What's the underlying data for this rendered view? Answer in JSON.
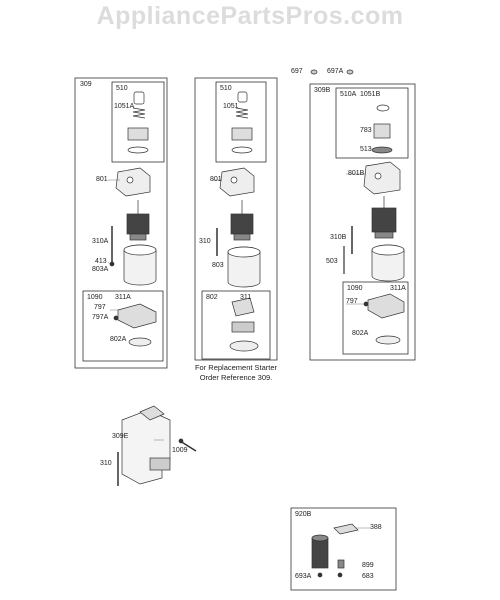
{
  "watermark": "AppliancePartsPros.com",
  "note_line1": "For Replacement Starter",
  "note_line2": "Order Reference 309.",
  "labels": {
    "p697": "697",
    "p697a": "697A",
    "box309": "309",
    "box510_left": "510",
    "p1051a": "1051A",
    "p801_left": "801",
    "p310a": "310A",
    "p413": "413",
    "p803a": "803A",
    "box1090_left": "1090",
    "p311a_left": "311A",
    "p797_left": "797",
    "p797a": "797A",
    "p802a_left": "802A",
    "box510_mid": "510",
    "p1051": "1051",
    "p801_mid": "801",
    "p310": "310",
    "p803": "803",
    "box802": "802",
    "p311": "311",
    "box309b": "309B",
    "box510a": "510A",
    "p1051b": "1051B",
    "p783": "783",
    "p513": "513",
    "p801b": "801B",
    "p310b": "310B",
    "p503": "503",
    "box1090_right": "1090",
    "p311a_right": "311A",
    "p797_right": "797",
    "p802a_right": "802A",
    "p309e": "309E",
    "p1009": "1009",
    "p310_bottom": "310",
    "box920b": "920B",
    "p388": "388",
    "p899": "899",
    "p693a": "693A",
    "p683": "683"
  }
}
